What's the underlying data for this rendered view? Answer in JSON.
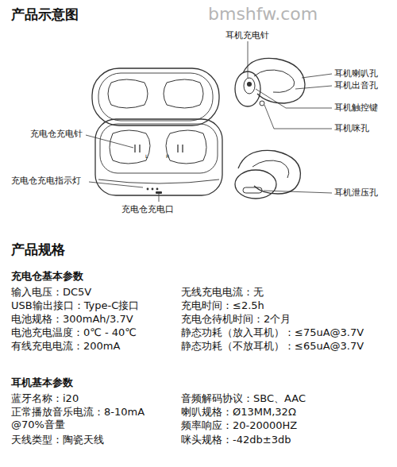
{
  "diagram": {
    "title": "产品示意图",
    "labels": [
      "bmshfw.com",
      "耳机充电针",
      "耳机喇叭孔",
      "耳机出音孔",
      "耳机触控键",
      "耳机咪孔",
      "耳机泄压孔",
      "充电仓充电针",
      "L",
      "R",
      "充电仓充电指示灯",
      "充电仓充电口",
      "产品规格",
      "充电仓基本参数",
      "输入电压：DC5V",
      "USB输出接口：Type-C接口",
      "电池规格：300mAh/3.7V",
      "电池充电温度：0℃ - 40℃",
      "有线充电电流：200mA",
      "无线充电电流：无",
      "充电时间：≤2.5h",
      "充电仓待机时间：2个月",
      "静态功耗（放入耳机）：≤75uA@3.7V",
      "静态功耗（不放耳机）：≤65uA@3.7V",
      "耳机基本参数",
      "蓝牙名称：i20",
      "正常播放音乐电流：8-10mA @70%音量",
      "天线类型：陶瓷天线",
      "音频解码协议：SBC、AAC",
      "喇叭规格：Ø13MM,32Ω",
      "频率响应：20-20000HZ",
      "咪头规格：-42db±3db"
    ]
  }
}
